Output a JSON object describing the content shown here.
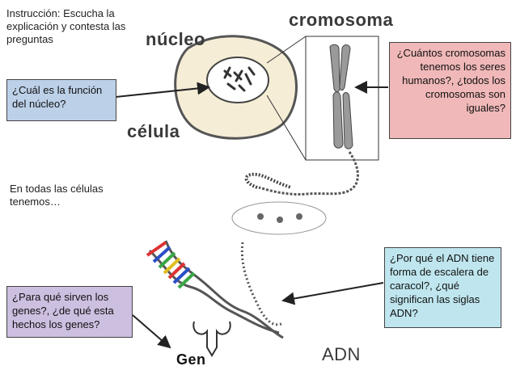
{
  "instruction": "Instrucción: Escucha la explicación y contesta las preguntas",
  "labels": {
    "nucleo": "núcleo",
    "celula": "célula",
    "cromosoma": "cromosoma",
    "adn": "ADN",
    "gen": "Gen"
  },
  "intro_text": "En todas las células tenemos…",
  "questions": {
    "nucleus": "¿Cuál es la función del núcleo?",
    "chromosomes": "¿Cuántos cromosomas tenemos los seres humanos?, ¿todos los cromosomas son iguales?",
    "genes": "¿Para qué sirven los genes?, ¿de qué esta hechos los genes?",
    "dna": "¿Por qué el ADN tiene forma de escalera de caracol?, ¿qué significan las siglas ADN?"
  },
  "colors": {
    "nucleus_box": "#bcd0e8",
    "chromosome_box": "#f0b8b8",
    "genes_box": "#cdbfe0",
    "dna_box": "#bfe6ee",
    "cell_fill": "#f5edd6"
  }
}
